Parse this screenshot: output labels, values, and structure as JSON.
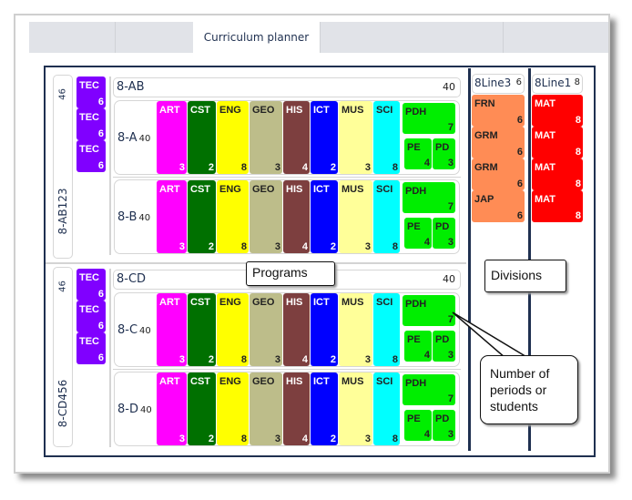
{
  "window": {
    "tab_title": "Curriculum planner",
    "back_icon": "←",
    "forward_icon": "→"
  },
  "colors": {
    "ART": "#ff00ff",
    "CST": "#007000",
    "ENG": "#ffff00",
    "GEO": "#bdbd8a",
    "HIS": "#7d3f3f",
    "ICT": "#0000ff",
    "MUS": "#ffff99",
    "SCI": "#00ffff",
    "PDH": "#00ee00",
    "TEC": "#8000ff",
    "FRN": "#ff8c55",
    "GRM": "#ff8c55",
    "JAP": "#ff8c55",
    "MAT": "#ff0000"
  },
  "groups": [
    {
      "name": "8-AB123",
      "count": "46",
      "tec": [
        {
          "code": "TEC",
          "n": "6"
        },
        {
          "code": "TEC",
          "n": "6"
        },
        {
          "code": "TEC",
          "n": "6"
        }
      ],
      "program": {
        "name": "8-AB",
        "count": "40"
      },
      "classes": [
        {
          "name": "8-A",
          "count": "40",
          "subjects": [
            {
              "code": "ART",
              "n": "3"
            },
            {
              "code": "CST",
              "n": "2"
            },
            {
              "code": "ENG",
              "n": "8"
            },
            {
              "code": "GEO",
              "n": "3"
            },
            {
              "code": "HIS",
              "n": "4"
            },
            {
              "code": "ICT",
              "n": "2"
            },
            {
              "code": "MUS",
              "n": "3"
            },
            {
              "code": "SCI",
              "n": "8"
            }
          ],
          "pdh": {
            "code": "PDH",
            "n": "7",
            "pe": {
              "code": "PE",
              "n": "4"
            },
            "pd": {
              "code": "PD",
              "n": "3"
            }
          }
        },
        {
          "name": "8-B",
          "count": "40",
          "subjects": [
            {
              "code": "ART",
              "n": "3"
            },
            {
              "code": "CST",
              "n": "2"
            },
            {
              "code": "ENG",
              "n": "8"
            },
            {
              "code": "GEO",
              "n": "3"
            },
            {
              "code": "HIS",
              "n": "4"
            },
            {
              "code": "ICT",
              "n": "2"
            },
            {
              "code": "MUS",
              "n": "3"
            },
            {
              "code": "SCI",
              "n": "8"
            }
          ],
          "pdh": {
            "code": "PDH",
            "n": "7",
            "pe": {
              "code": "PE",
              "n": "4"
            },
            "pd": {
              "code": "PD",
              "n": "3"
            }
          }
        }
      ]
    },
    {
      "name": "8-CD456",
      "count": "46",
      "tec": [
        {
          "code": "TEC",
          "n": "6"
        },
        {
          "code": "TEC",
          "n": "6"
        },
        {
          "code": "TEC",
          "n": "6"
        }
      ],
      "program": {
        "name": "8-CD",
        "count": "40"
      },
      "classes": [
        {
          "name": "8-C",
          "count": "40",
          "subjects": [
            {
              "code": "ART",
              "n": "3"
            },
            {
              "code": "CST",
              "n": "2"
            },
            {
              "code": "ENG",
              "n": "8"
            },
            {
              "code": "GEO",
              "n": "3"
            },
            {
              "code": "HIS",
              "n": "4"
            },
            {
              "code": "ICT",
              "n": "2"
            },
            {
              "code": "MUS",
              "n": "3"
            },
            {
              "code": "SCI",
              "n": "8"
            }
          ],
          "pdh": {
            "code": "PDH",
            "n": "7",
            "pe": {
              "code": "PE",
              "n": "4"
            },
            "pd": {
              "code": "PD",
              "n": "3"
            }
          }
        },
        {
          "name": "8-D",
          "count": "40",
          "subjects": [
            {
              "code": "ART",
              "n": "3"
            },
            {
              "code": "CST",
              "n": "2"
            },
            {
              "code": "ENG",
              "n": "8"
            },
            {
              "code": "GEO",
              "n": "3"
            },
            {
              "code": "HIS",
              "n": "4"
            },
            {
              "code": "ICT",
              "n": "2"
            },
            {
              "code": "MUS",
              "n": "3"
            },
            {
              "code": "SCI",
              "n": "8"
            }
          ],
          "pdh": {
            "code": "PDH",
            "n": "7",
            "pe": {
              "code": "PE",
              "n": "4"
            },
            "pd": {
              "code": "PD",
              "n": "3"
            }
          }
        }
      ]
    }
  ],
  "lines": [
    {
      "name": "8Line3",
      "count": "6",
      "blocks": [
        {
          "code": "FRN",
          "n": "6"
        },
        {
          "code": "GRM",
          "n": "6"
        },
        {
          "code": "GRM",
          "n": "6"
        },
        {
          "code": "JAP",
          "n": "6"
        }
      ]
    },
    {
      "name": "8Line1",
      "count": "8",
      "blocks": [
        {
          "code": "MAT",
          "n": "8"
        },
        {
          "code": "MAT",
          "n": "8"
        },
        {
          "code": "MAT",
          "n": "8"
        },
        {
          "code": "MAT",
          "n": "8"
        }
      ]
    }
  ],
  "callouts": {
    "programs": "Programs",
    "divisions": "Divisions",
    "periods": "Number of periods or students"
  }
}
